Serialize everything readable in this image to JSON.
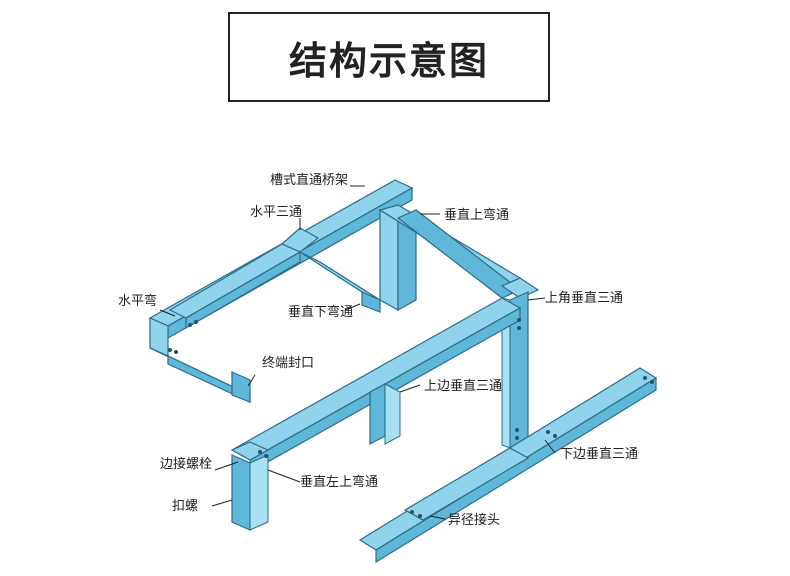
{
  "title": "结构示意图",
  "labels": {
    "straight": "槽式直通桥架",
    "horiz_tee": "水平三通",
    "horiz_bend": "水平弯",
    "vert_down_bend": "垂直下弯通",
    "end_cap": "终端封口",
    "vert_up_bend": "垂直上弯通",
    "upper_corner_vert_tee": "上角垂直三通",
    "upper_side_vert_tee": "上边垂直三通",
    "side_bolt": "边接螺栓",
    "clip": "扣螺",
    "vert_left_up_bend": "垂直左上弯通",
    "lower_side_vert_tee": "下边垂直三通",
    "reducer": "异径接头"
  }
}
